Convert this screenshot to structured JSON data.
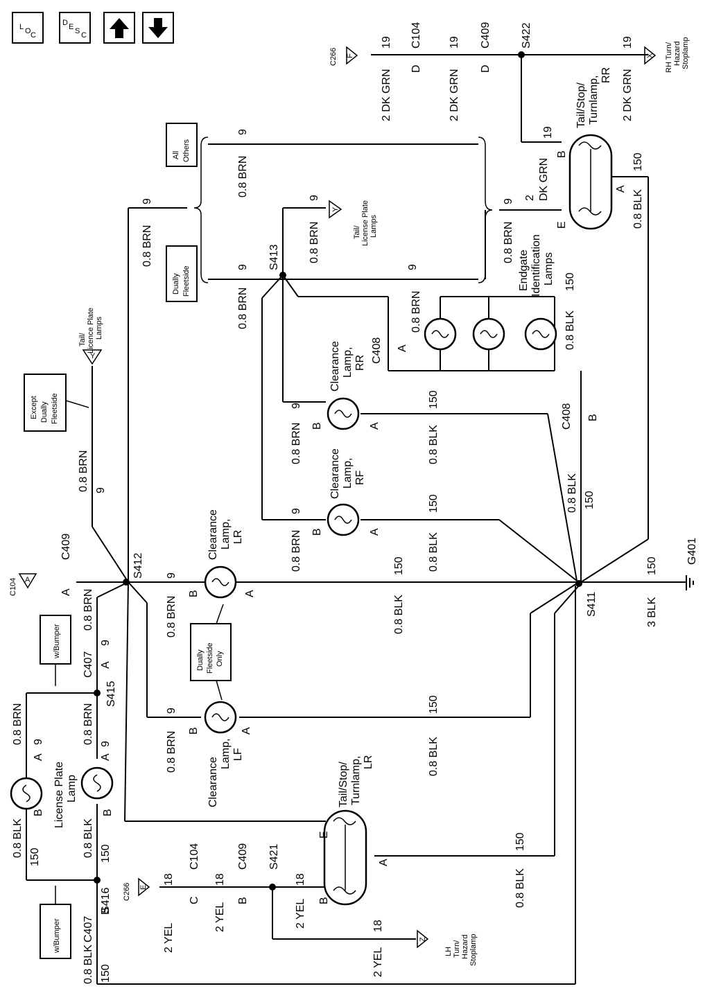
{
  "nav": {
    "loc_l": "L",
    "loc_o": "O",
    "loc_c": "C",
    "desc_d": "D",
    "desc_e": "E",
    "desc_s": "S",
    "desc_c": "C"
  },
  "splices": {
    "s422": "S422",
    "s413": "S413",
    "s412": "S412",
    "s411": "S411",
    "s415": "S415",
    "s416": "S416",
    "s421": "S421"
  },
  "ground": "G401",
  "connectors": {
    "c104": "C104",
    "c409": "C409",
    "c408": "C408",
    "c407": "C407",
    "c266": "C266"
  },
  "pins": {
    "a": "A",
    "b": "B",
    "c": "C",
    "d": "D",
    "e": "E",
    "f": "F",
    "x": "X",
    "y": "Y",
    "z": "Z"
  },
  "wires": {
    "brn": "0.8 BRN",
    "blk": "0.8 BLK",
    "blk3": "3 BLK",
    "grn2": "2 DK GRN",
    "grn2_2": "2",
    "dkgrn": "DK GRN",
    "yel2": "2 YEL",
    "c9": "9",
    "c150": "150",
    "c19": "19",
    "c18": "18"
  },
  "components": {
    "clear_lr": [
      "Clearance",
      "Lamp,",
      "LR"
    ],
    "clear_lf": [
      "Clearance",
      "Lamp,",
      "LF"
    ],
    "clear_rf": [
      "Clearance",
      "Lamp,",
      "RF"
    ],
    "clear_rr": [
      "Clearance",
      "Lamp,",
      "RR"
    ],
    "license": [
      "License Plate",
      "Lamp"
    ],
    "tail_rr": [
      "Tail/Stop/",
      "Turnlamp,",
      "RR"
    ],
    "tail_lr": [
      "Tail/Stop/",
      "Turnlamp,",
      "LR"
    ],
    "endgate": [
      "Endgate",
      "Identification",
      "Lamps"
    ],
    "tail_license_y": [
      "Tail/",
      "License Plate",
      "Lamps"
    ],
    "tail_licence_y": [
      "Tail/",
      "Licence Plate",
      "Lamps"
    ],
    "rh_turn": [
      "RH Turn/",
      "Hazard",
      "Stoplamp"
    ],
    "lh_turn": [
      "LH",
      "Turn/",
      "Hazard",
      "Stoplamp"
    ]
  },
  "notes": {
    "all_others": [
      "All",
      "Others"
    ],
    "dually_fleetside": [
      "Dually",
      "Fleetside"
    ],
    "except_dually": [
      "Except",
      "Dually",
      "Fleetside"
    ],
    "dually_only": [
      "Dually",
      "Fleetside",
      "Only"
    ],
    "w_bumper": "w/Bumper"
  }
}
